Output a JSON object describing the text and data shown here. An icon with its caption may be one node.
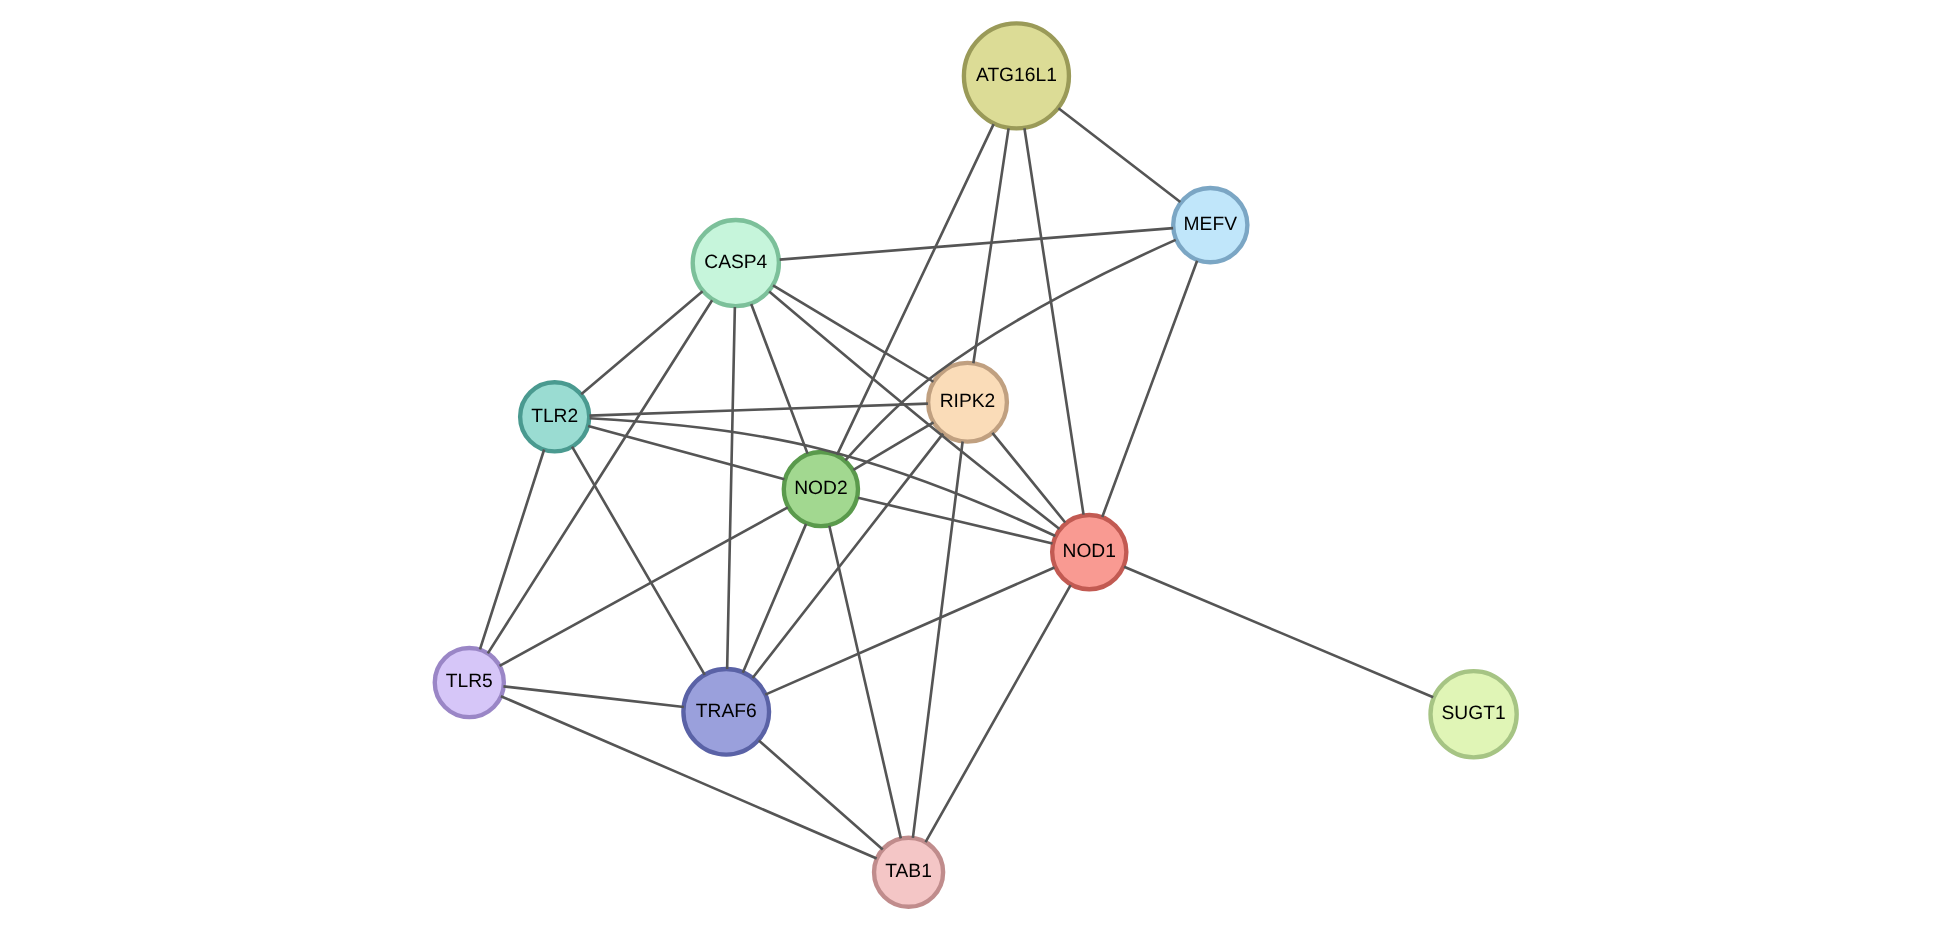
{
  "diagram": {
    "nodes": [
      {
        "text": [
          "ATG16L1"
        ]
      },
      {
        "text": [
          "MEFV"
        ]
      },
      {
        "text": [
          "SUGT1"
        ]
      },
      {
        "text": [
          "CASP4"
        ]
      },
      {
        "text": [
          "NOD1"
        ]
      },
      {
        "text": [
          "NOD2"
        ]
      },
      {
        "text": [
          "TLR5"
        ]
      },
      {
        "text": [
          "RIPK2"
        ]
      },
      {
        "text": [
          "TLR2"
        ]
      },
      {
        "text": [
          "TRAF6"
        ]
      },
      {
        "text": [
          "TAB1"
        ]
      }
    ],
    "edges": [
      {
        "from": 0,
        "to": 1,
        "arrow": "none"
      },
      {
        "from": 0,
        "to": 4,
        "arrow": "none"
      },
      {
        "from": 0,
        "to": 5,
        "arrow": "none"
      },
      {
        "from": 0,
        "to": 7,
        "arrow": "none"
      },
      {
        "from": 1,
        "to": 4,
        "arrow": "none"
      },
      {
        "from": 1,
        "to": 5,
        "arrow": "none"
      },
      {
        "from": 1,
        "to": 3,
        "arrow": "none"
      },
      {
        "from": 2,
        "to": 4,
        "arrow": "none"
      },
      {
        "from": 3,
        "to": 4,
        "arrow": "none"
      },
      {
        "from": 3,
        "to": 5,
        "arrow": "none"
      },
      {
        "from": 3,
        "to": 7,
        "arrow": "none"
      },
      {
        "from": 3,
        "to": 6,
        "arrow": "none"
      },
      {
        "from": 3,
        "to": 8,
        "arrow": "none"
      },
      {
        "from": 3,
        "to": 9,
        "arrow": "none"
      },
      {
        "from": 4,
        "to": 5,
        "arrow": "none"
      },
      {
        "from": 4,
        "to": 7,
        "arrow": "none"
      },
      {
        "from": 4,
        "to": 9,
        "arrow": "none"
      },
      {
        "from": 4,
        "to": 10,
        "arrow": "none"
      },
      {
        "from": 4,
        "to": 8,
        "arrow": "none"
      },
      {
        "from": 5,
        "to": 7,
        "arrow": "none"
      },
      {
        "from": 5,
        "to": 9,
        "arrow": "none"
      },
      {
        "from": 5,
        "to": 10,
        "arrow": "none"
      },
      {
        "from": 5,
        "to": 8,
        "arrow": "none"
      },
      {
        "from": 5,
        "to": 6,
        "arrow": "none"
      },
      {
        "from": 7,
        "to": 9,
        "arrow": "none"
      },
      {
        "from": 7,
        "to": 10,
        "arrow": "none"
      },
      {
        "from": 7,
        "to": 8,
        "arrow": "none"
      },
      {
        "from": 6,
        "to": 8,
        "arrow": "none"
      },
      {
        "from": 6,
        "to": 9,
        "arrow": "none"
      },
      {
        "from": 6,
        "to": 10,
        "arrow": "none"
      },
      {
        "from": 8,
        "to": 9,
        "arrow": "none"
      },
      {
        "from": 9,
        "to": 10,
        "arrow": "none"
      }
    ]
  }
}
